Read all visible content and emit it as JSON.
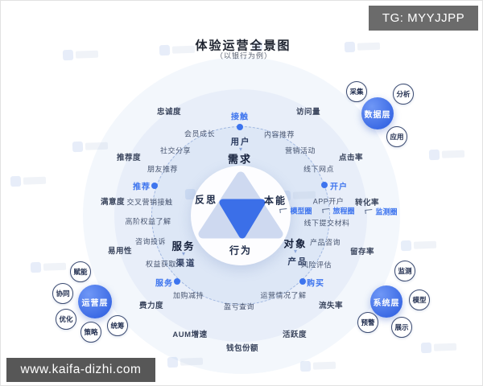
{
  "title": "体验运营全景图",
  "subtitle": "（以银行为例）",
  "badges": {
    "tg": "TG: MYYJJPP",
    "url": "www.kaifa-dizhi.com"
  },
  "core": {
    "top": {
      "label": "用户",
      "sub": "需求"
    },
    "left": {
      "label": "服务",
      "sub": "渠道"
    },
    "right": {
      "label": "对象",
      "sub": "产品"
    },
    "triangle": {
      "left": "反思",
      "right": "本能",
      "bottom": "行为"
    }
  },
  "touchpoints": [
    "接触",
    "推荐",
    "开户",
    "服务",
    "购买"
  ],
  "rings": [
    "模型圈",
    "旅程圈",
    "监测圈"
  ],
  "journey": [
    "会员成长",
    "内容推荐",
    "社交分享",
    "营销活动",
    "朋友推荐",
    "线下网点",
    "交叉营销接触",
    "APP开户",
    "高阶权益了解",
    "线下提交材料",
    "咨询投诉",
    "产品咨询",
    "权益获取",
    "风险评估",
    "加购减持",
    "运营情况了解",
    "盈亏查询"
  ],
  "metrics": [
    "忠诚度",
    "访问量",
    "推荐度",
    "点击率",
    "满意度",
    "转化率",
    "易用性",
    "留存率",
    "费力度",
    "流失率",
    "AUM增速",
    "活跃度",
    "钱包份额"
  ],
  "layers": {
    "data": {
      "label": "数据层",
      "satellites": [
        "采集",
        "分析",
        "应用"
      ]
    },
    "ops": {
      "label": "运营层",
      "satellites": [
        "赋能",
        "协同",
        "优化",
        "策略",
        "统筹"
      ]
    },
    "system": {
      "label": "系统层",
      "satellites": [
        "监测",
        "模型",
        "预警",
        "展示"
      ]
    }
  },
  "colors": {
    "accent": "#3d74ee",
    "layer": "#3a69e4",
    "triangle-blue": "#3b6fe8",
    "triangle-light": "#c9d6ef"
  }
}
